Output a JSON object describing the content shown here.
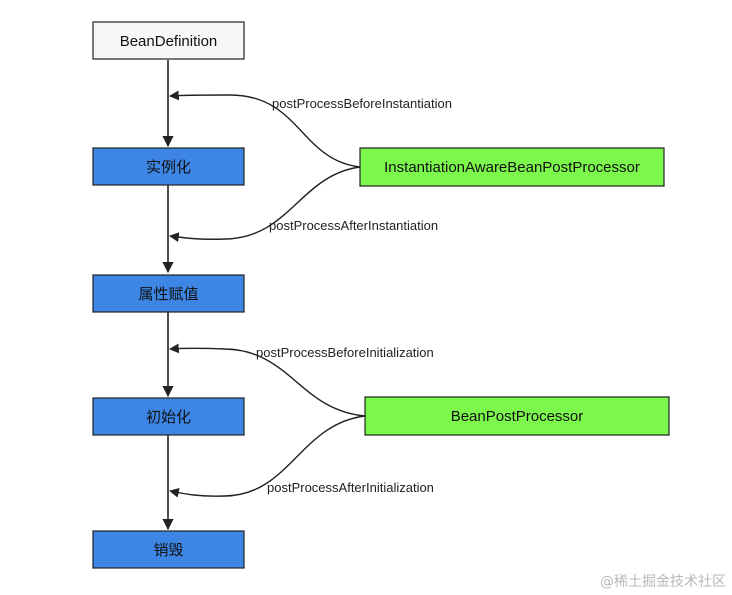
{
  "nodes": {
    "bean_definition": "BeanDefinition",
    "instantiation": "实例化",
    "populate": "属性赋值",
    "initialization": "初始化",
    "destruction": "销毁",
    "instantiation_aware_processor": "InstantiationAwareBeanPostProcessor",
    "bean_post_processor": "BeanPostProcessor"
  },
  "edges": {
    "before_instantiation": "postProcessBeforeInstantiation",
    "after_instantiation": "postProcessAfterInstantiation",
    "before_initialization": "postProcessBeforeInitialization",
    "after_initialization": "postProcessAfterInitialization"
  },
  "watermark": "@稀土掘金技术社区",
  "colors": {
    "stage_fill": "#3d86e6",
    "processor_fill": "#7cf74c",
    "definition_fill": "#f7f7f7",
    "line": "#222222"
  }
}
